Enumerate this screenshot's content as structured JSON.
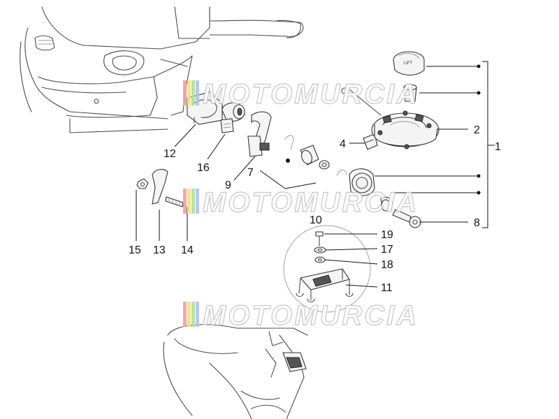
{
  "watermark": {
    "text": "MOTOMURCIA",
    "stripe_colors": [
      "#e9a3a3",
      "#f2e08a",
      "#b7dba0",
      "#a8c8e6"
    ]
  },
  "callouts": [
    {
      "id": "1",
      "label": "1"
    },
    {
      "id": "2",
      "label": "2"
    },
    {
      "id": "4",
      "label": "4"
    },
    {
      "id": "7",
      "label": "7"
    },
    {
      "id": "8",
      "label": "8"
    },
    {
      "id": "9",
      "label": "9"
    },
    {
      "id": "10",
      "label": "10"
    },
    {
      "id": "11",
      "label": "11"
    },
    {
      "id": "12",
      "label": "12"
    },
    {
      "id": "13",
      "label": "13"
    },
    {
      "id": "14",
      "label": "14"
    },
    {
      "id": "15",
      "label": "15"
    },
    {
      "id": "16",
      "label": "16"
    },
    {
      "id": "17",
      "label": "17"
    },
    {
      "id": "18",
      "label": "18"
    },
    {
      "id": "19",
      "label": "19"
    }
  ],
  "cap_text": "LIFT"
}
